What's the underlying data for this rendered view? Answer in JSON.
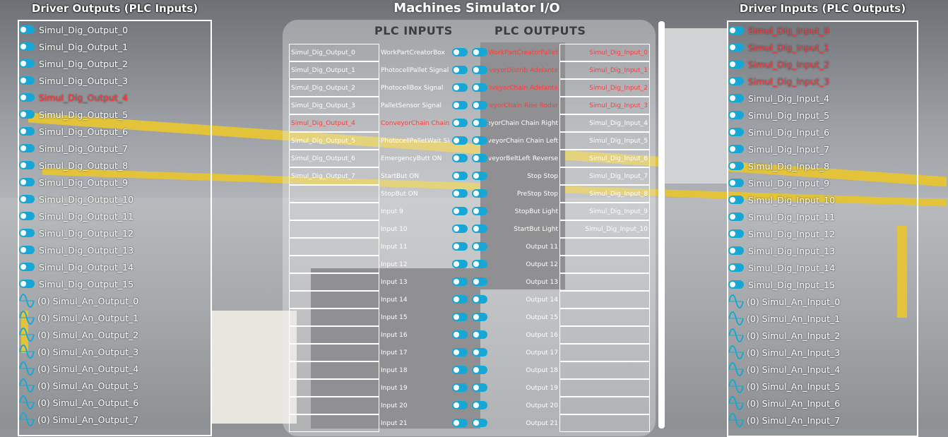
{
  "title": "Machines Simulator I/O",
  "left_panel": {
    "title": "Driver Outputs (PLC Inputs)",
    "digital": [
      {
        "label": "Simul_Dig_Output_0",
        "active": false
      },
      {
        "label": "Simul_Dig_Output_1",
        "active": false
      },
      {
        "label": "Simul_Dig_Output_2",
        "active": false
      },
      {
        "label": "Simul_Dig_Output_3",
        "active": false
      },
      {
        "label": "Simul_Dig_Output_4",
        "active": true
      },
      {
        "label": "Simul_Dig_Output_5",
        "active": false
      },
      {
        "label": "Simul_Dig_Output_6",
        "active": false
      },
      {
        "label": "Simul_Dig_Output_7",
        "active": false
      },
      {
        "label": "Simul_Dig_Output_8",
        "active": false
      },
      {
        "label": "Simul_Dig_Output_9",
        "active": false
      },
      {
        "label": "Simul_Dig_Output_10",
        "active": false
      },
      {
        "label": "Simul_Dig_Output_11",
        "active": false
      },
      {
        "label": "Simul_Dig_Output_12",
        "active": false
      },
      {
        "label": "Simul_Dig_Output_13",
        "active": false
      },
      {
        "label": "Simul_Dig_Output_14",
        "active": false
      },
      {
        "label": "Simul_Dig_Output_15",
        "active": false
      }
    ],
    "analog": [
      "(0) Simul_An_Output_0",
      "(0) Simul_An_Output_1",
      "(0) Simul_An_Output_2",
      "(0) Simul_An_Output_3",
      "(0) Simul_An_Output_4",
      "(0) Simul_An_Output_5",
      "(0) Simul_An_Output_6",
      "(0) Simul_An_Output_7"
    ]
  },
  "right_panel": {
    "title": "Driver Inputs (PLC Outputs)",
    "digital": [
      {
        "label": "Simul_Dig_Input_0",
        "active": true
      },
      {
        "label": "Simul_Dig_Input_1",
        "active": true
      },
      {
        "label": "Simul_Dig_Input_2",
        "active": true
      },
      {
        "label": "Simul_Dig_Input_3",
        "active": true
      },
      {
        "label": "Simul_Dig_Input_4",
        "active": false
      },
      {
        "label": "Simul_Dig_Input_5",
        "active": false
      },
      {
        "label": "Simul_Dig_Input_6",
        "active": false
      },
      {
        "label": "Simul_Dig_Input_7",
        "active": false
      },
      {
        "label": "Simul_Dig_Input_8",
        "active": false
      },
      {
        "label": "Simul_Dig_Input_9",
        "active": false
      },
      {
        "label": "Simul_Dig_Input_10",
        "active": false
      },
      {
        "label": "Simul_Dig_Input_11",
        "active": false
      },
      {
        "label": "Simul_Dig_Input_12",
        "active": false
      },
      {
        "label": "Simul_Dig_Input_13",
        "active": false
      },
      {
        "label": "Simul_Dig_Input_14",
        "active": false
      },
      {
        "label": "Simul_Dig_Input_15",
        "active": false
      }
    ],
    "analog": [
      "(0) Simul_An_Input_0",
      "(0) Simul_An_Input_1",
      "(0) Simul_An_Input_2",
      "(0) Simul_An_Input_3",
      "(0) Simul_An_Input_4",
      "(0) Simul_An_Input_5",
      "(0) Simul_An_Input_6",
      "(0) Simul_An_Input_7"
    ]
  },
  "plc_inputs": {
    "header": "PLC INPUTS",
    "rows": [
      {
        "source": "Simul_Dig_Output_0",
        "name": "WorkPartCreatorBox",
        "active": false
      },
      {
        "source": "Simul_Dig_Output_1",
        "name": "PhotocellPallet Signal",
        "active": false
      },
      {
        "source": "Simul_Dig_Output_2",
        "name": "PhotocellBox Signal",
        "active": false
      },
      {
        "source": "Simul_Dig_Output_3",
        "name": "PalletSensor Signal",
        "active": false
      },
      {
        "source": "Simul_Dig_Output_4",
        "name": "ConveyorChain Chain Rise",
        "active": true
      },
      {
        "source": "Simul_Dig_Output_5",
        "name": "PhotocellPalletWait Signal",
        "active": false
      },
      {
        "source": "Simul_Dig_Output_6",
        "name": "EmergencyButt ON",
        "active": false
      },
      {
        "source": "Simul_Dig_Output_7",
        "name": "StartBut ON",
        "active": false
      },
      {
        "source": "",
        "name": "StopBut ON",
        "active": false
      },
      {
        "source": "",
        "name": "Input 9",
        "active": false
      },
      {
        "source": "",
        "name": "Input 10",
        "active": false
      },
      {
        "source": "",
        "name": "Input 11",
        "active": false
      },
      {
        "source": "",
        "name": "Input 12",
        "active": false
      },
      {
        "source": "",
        "name": "Input 13",
        "active": false
      },
      {
        "source": "",
        "name": "Input 14",
        "active": false
      },
      {
        "source": "",
        "name": "Input 15",
        "active": false
      },
      {
        "source": "",
        "name": "Input 16",
        "active": false
      },
      {
        "source": "",
        "name": "Input 17",
        "active": false
      },
      {
        "source": "",
        "name": "Input 18",
        "active": false
      },
      {
        "source": "",
        "name": "Input 19",
        "active": false
      },
      {
        "source": "",
        "name": "Input 20",
        "active": false
      },
      {
        "source": "",
        "name": "Input 21",
        "active": false
      }
    ]
  },
  "plc_outputs": {
    "header": "PLC OUTPUTS",
    "rows": [
      {
        "name": "WorkPartCreatorPallet",
        "target": "Simul_Dig_Input_0",
        "active": true
      },
      {
        "name": "ConveyorDistrib Adelante",
        "target": "Simul_Dig_Input_1",
        "active": true
      },
      {
        "name": "ConveyorChain Adelante",
        "target": "Simul_Dig_Input_2",
        "active": true
      },
      {
        "name": "ConveyorChain Rise Rodar",
        "target": "Simul_Dig_Input_3",
        "active": true
      },
      {
        "name": "ConveyorChain Chain Right",
        "target": "Simul_Dig_Input_4",
        "active": false
      },
      {
        "name": "ConveyorChain Chain Left",
        "target": "Simul_Dig_Input_5",
        "active": false
      },
      {
        "name": "ConveyorBeltLeft Reverse",
        "target": "Simul_Dig_Input_6",
        "active": false
      },
      {
        "name": "Stop Stop",
        "target": "Simul_Dig_Input_7",
        "active": false
      },
      {
        "name": "PreStop Stop",
        "target": "Simul_Dig_Input_8",
        "active": false
      },
      {
        "name": "StopBut Light",
        "target": "Simul_Dig_Input_9",
        "active": false
      },
      {
        "name": "StartBut Light",
        "target": "Simul_Dig_Input_10",
        "active": false
      },
      {
        "name": "Output 11",
        "target": "",
        "active": false
      },
      {
        "name": "Output 12",
        "target": "",
        "active": false
      },
      {
        "name": "Output 13",
        "target": "",
        "active": false
      },
      {
        "name": "Output 14",
        "target": "",
        "active": false
      },
      {
        "name": "Output 15",
        "target": "",
        "active": false
      },
      {
        "name": "Output 16",
        "target": "",
        "active": false
      },
      {
        "name": "Output 17",
        "target": "",
        "active": false
      },
      {
        "name": "Output 18",
        "target": "",
        "active": false
      },
      {
        "name": "Output 19",
        "target": "",
        "active": false
      },
      {
        "name": "Output 20",
        "target": "",
        "active": false
      },
      {
        "name": "Output 21",
        "target": "",
        "active": false
      }
    ]
  },
  "colors": {
    "toggle": "#17a7d6",
    "active_text": "#ff3b3b",
    "rail": "#e2c33a"
  }
}
